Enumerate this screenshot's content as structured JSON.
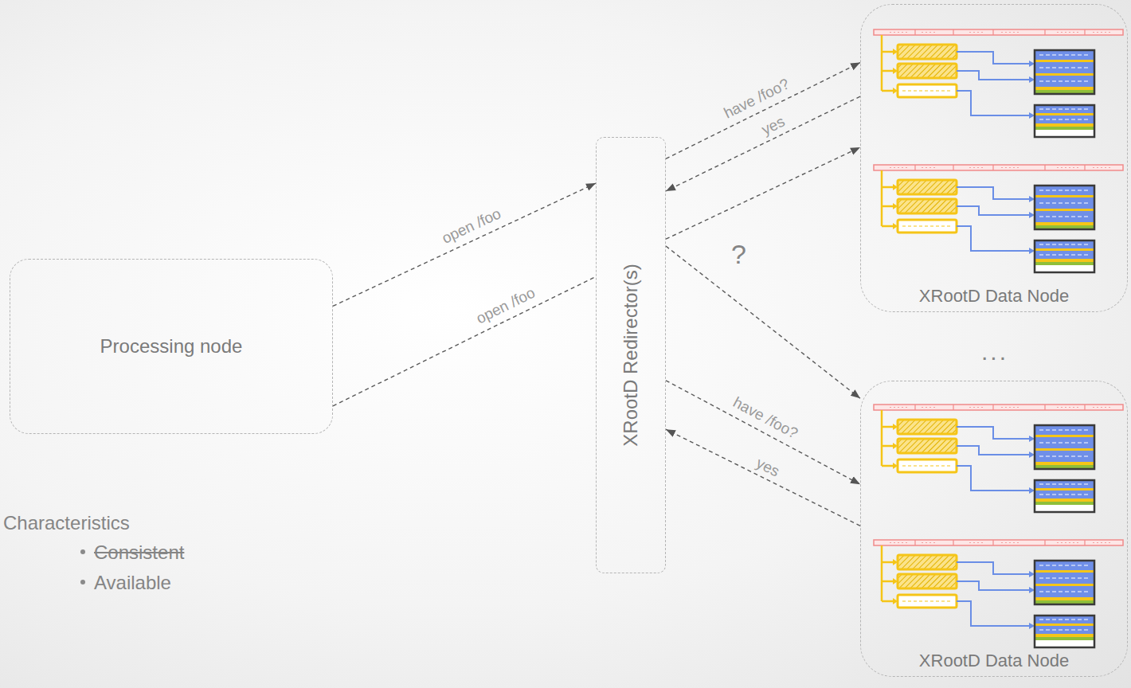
{
  "diagram": {
    "nodes": [
      {
        "text": [
          "Processing node"
        ]
      },
      {
        "text": [
          "XRootD Redirector(s)"
        ]
      },
      {
        "text": [
          "XRootD Data Node"
        ]
      },
      {
        "text": [
          "XRootD Data Node"
        ]
      }
    ],
    "edges": [
      {
        "from": 0,
        "to": 1,
        "label": "open /foo",
        "arrow": "to"
      },
      {
        "from": 0,
        "to": 1,
        "label": "open /foo",
        "arrow": "none"
      },
      {
        "from": 1,
        "to": 2,
        "label": "have /foo?",
        "arrow": "to"
      },
      {
        "from": 2,
        "to": 1,
        "label": "yes",
        "arrow": "to"
      },
      {
        "from": 1,
        "to": 2,
        "arrow": "to"
      },
      {
        "from": 1,
        "to": 3,
        "arrow": "to"
      },
      {
        "from": 1,
        "to": 3,
        "label": "have /foo?",
        "arrow": "to"
      },
      {
        "from": 3,
        "to": 1,
        "label": "yes",
        "arrow": "to"
      }
    ],
    "labels": [
      "?",
      "...",
      "Characteristics",
      "Consistent",
      "Available"
    ]
  }
}
